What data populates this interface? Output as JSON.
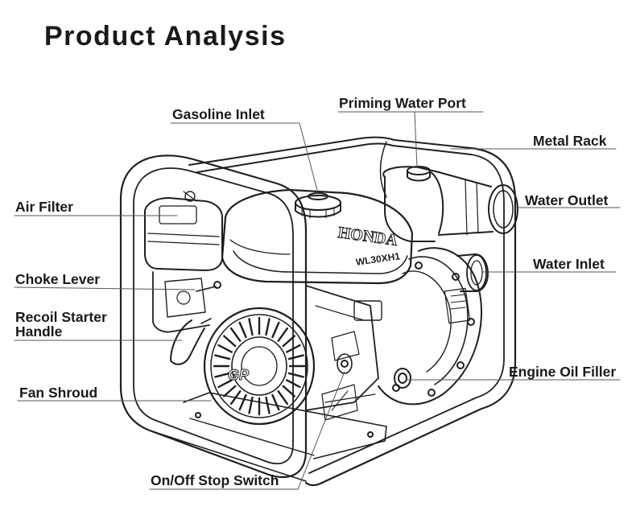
{
  "title": "Product Analysis",
  "brand": {
    "logo_text": "HONDA",
    "model_text": "WL30XH1",
    "engine_badge": "GP"
  },
  "labels": {
    "gasoline_inlet": "Gasoline Inlet",
    "priming_water_port": "Priming Water Port",
    "metal_rack": "Metal Rack",
    "air_filter": "Air Filter",
    "water_outlet": "Water Outlet",
    "water_inlet": "Water Inlet",
    "choke_lever": "Choke Lever",
    "recoil_starter_line1": "Recoil Starter",
    "recoil_starter_line2": "Handle",
    "engine_oil_filler": "Engine Oil Filler",
    "fan_shroud": "Fan Shroud",
    "stop_switch": "On/Off Stop Switch"
  }
}
